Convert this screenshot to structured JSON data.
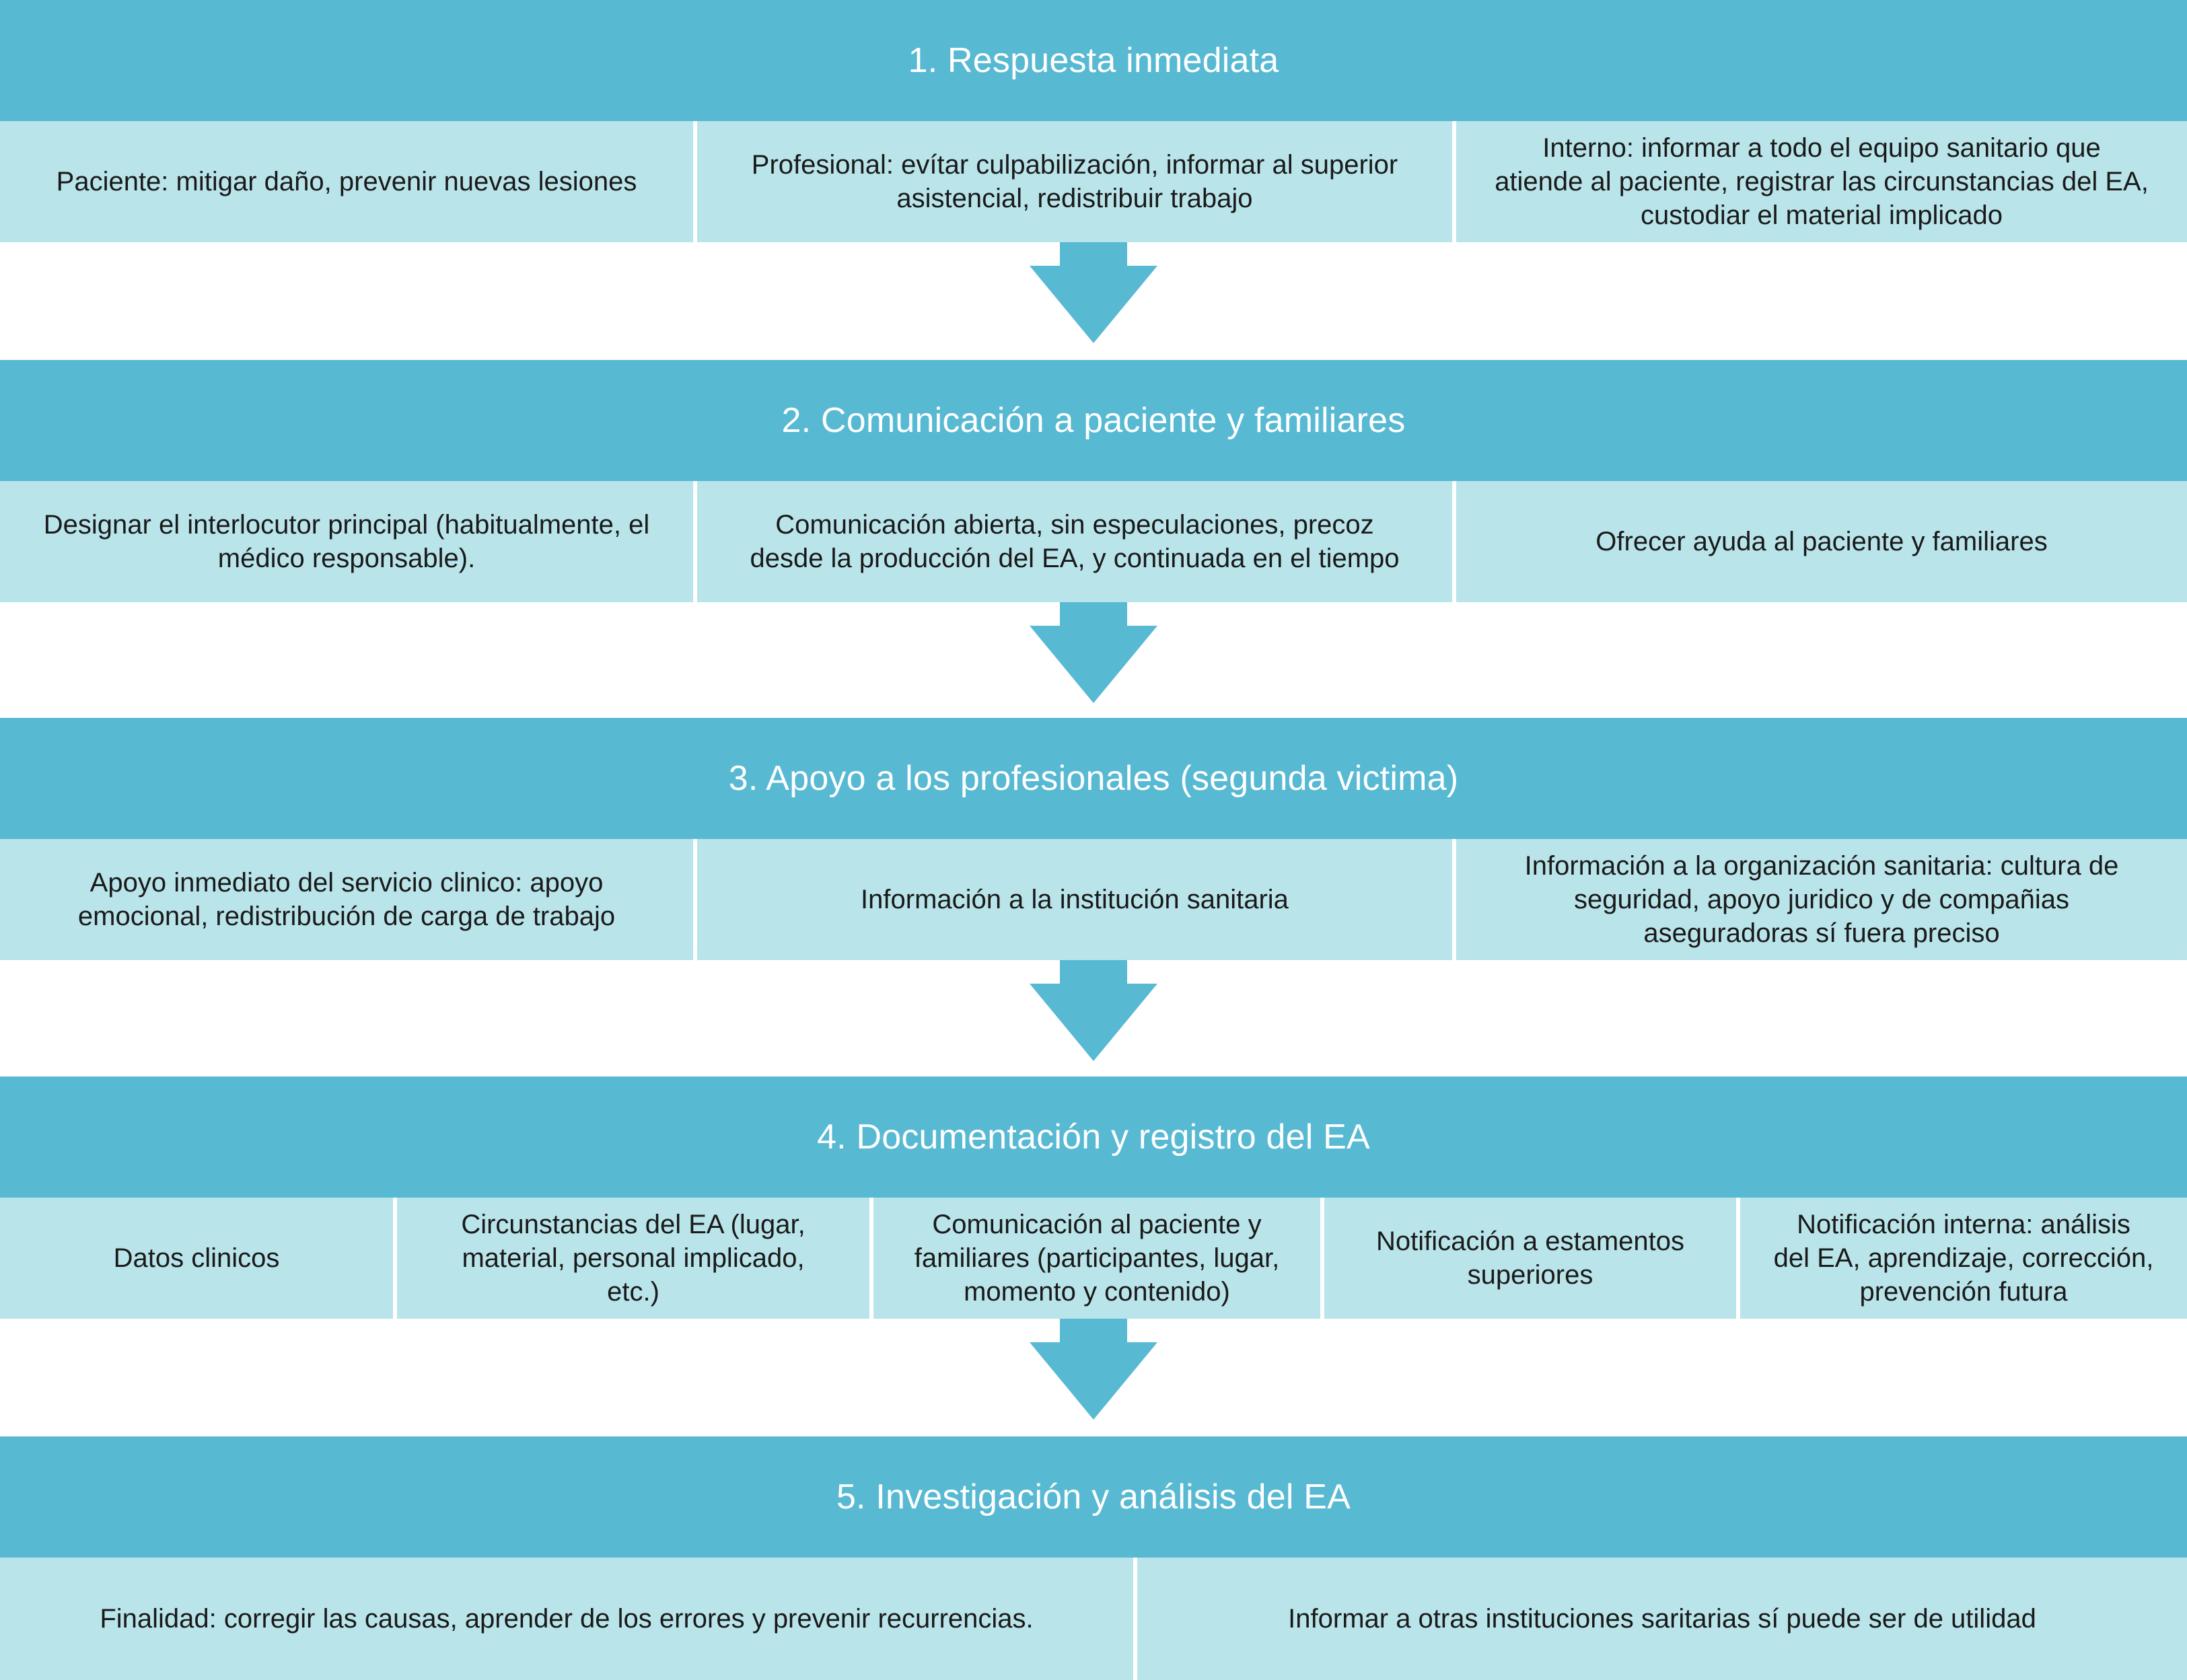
{
  "steps": [
    {
      "title": "1. Respuesta inmediata",
      "cells": [
        "Paciente: mitigar daño, prevenir nuevas lesiones",
        "Profesional: evítar culpabilización, informar al superior\nasistencial, redistribuir trabajo",
        "Interno: informar a todo el equipo sanitario que\natiende al paciente, registrar las circunstancias del EA,\ncustodiar el material implicado"
      ]
    },
    {
      "title": "2. Comunicación a paciente y familiares",
      "cells": [
        "Designar el interlocutor principal (habitualmente, el\nmédico responsable).",
        "Comunicación abierta, sin especulaciones, precoz\ndesde la producción del EA, y continuada en el tiempo",
        "Ofrecer ayuda al paciente y familiares"
      ]
    },
    {
      "title": "3. Apoyo a los profesionales (segunda victima)",
      "cells": [
        "Apoyo inmediato del servicio clinico: apoyo\nemocional, redistribución de carga de trabajo",
        "Información a la institución sanitaria",
        "Información a la organización sanitaria: cultura de\nseguridad, apoyo juridico y de compañias\naseguradoras sí fuera preciso"
      ]
    },
    {
      "title": "4. Documentación y registro del EA",
      "cells": [
        "Datos clinicos",
        "Circunstancias del EA (lugar,\nmaterial, personal implicado,\netc.)",
        "Comunicación al paciente y\nfamiliares (participantes, lugar,\nmomento y contenido)",
        "Notificación a estamentos\nsuperiores",
        "Notificación interna: análisis\ndel EA, aprendizaje, corrección,\nprevención futura"
      ]
    },
    {
      "title": "5. Investigación y análisis del EA",
      "cells": [
        "Finalidad: corregir las causas, aprender de los errores y prevenir recurrencias.",
        "Informar a otras instituciones saritarias sí puede ser de utilidad"
      ]
    }
  ],
  "colors": {
    "header": "#58b9d3",
    "cell": "#b9e4ea",
    "arrow": "#58b9d3"
  }
}
